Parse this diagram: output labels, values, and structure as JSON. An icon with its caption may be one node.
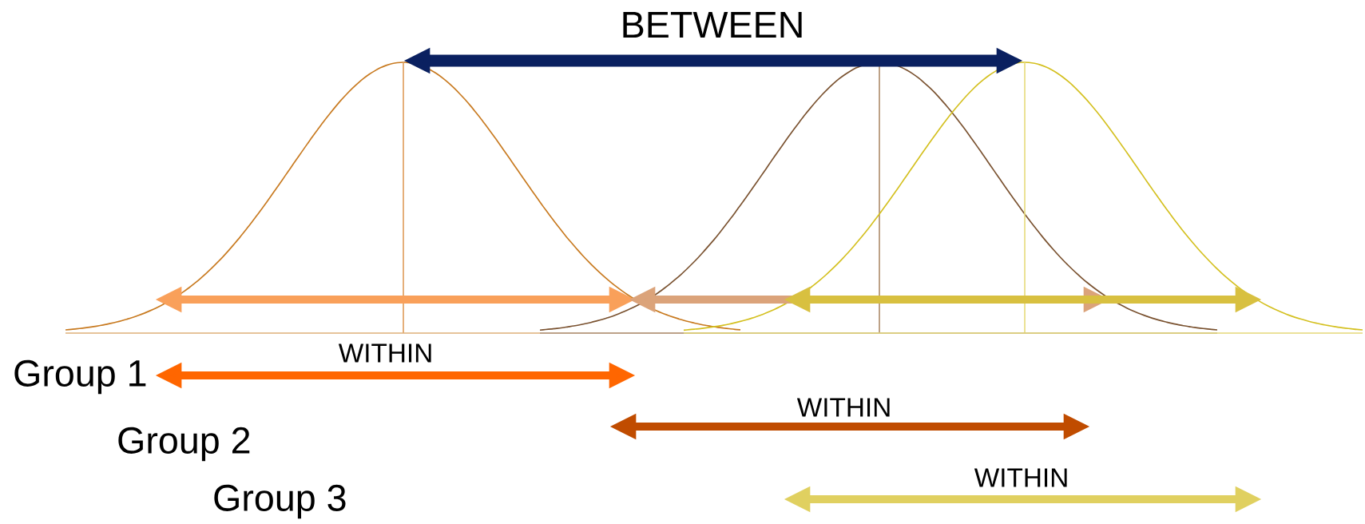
{
  "diagram": {
    "labels": [
      "BETWEEN",
      "WITHIN",
      "Group 1",
      "WITHIN",
      "Group 2",
      "WITHIN",
      "Group 3"
    ]
  }
}
